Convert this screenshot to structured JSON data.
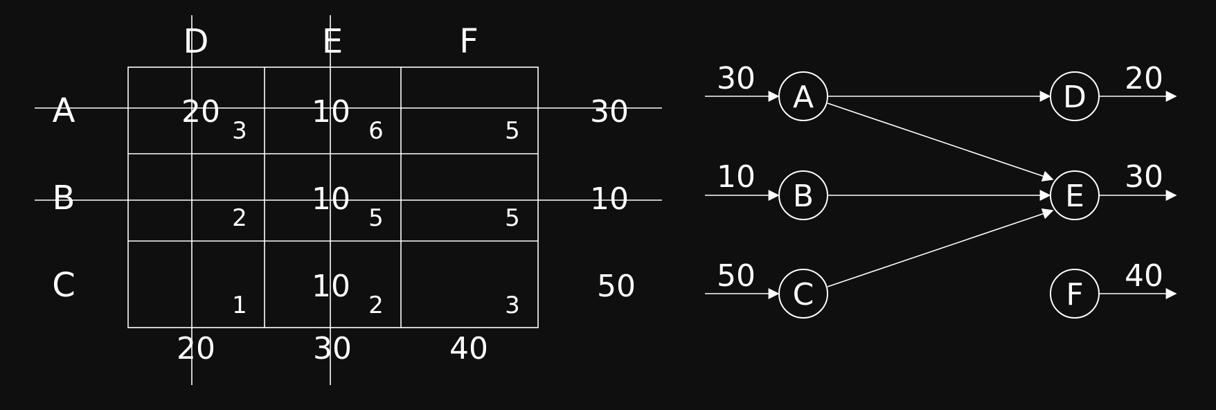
{
  "table": {
    "columns": [
      "D",
      "E",
      "F"
    ],
    "rows": [
      {
        "label": "A",
        "supply": "30",
        "allocations": [
          "20",
          "10",
          ""
        ],
        "costs": [
          "3",
          "6",
          "5"
        ]
      },
      {
        "label": "B",
        "supply": "10",
        "allocations": [
          "",
          "10",
          ""
        ],
        "costs": [
          "2",
          "5",
          "5"
        ]
      },
      {
        "label": "C",
        "supply": "50",
        "allocations": [
          "",
          "10",
          ""
        ],
        "costs": [
          "1",
          "2",
          "3"
        ]
      }
    ],
    "demands": [
      "20",
      "30",
      "40"
    ],
    "struck_rows": [
      "A",
      "B"
    ],
    "struck_columns": [
      "D",
      "E"
    ]
  },
  "network": {
    "sources": [
      {
        "name": "A",
        "supply": "30"
      },
      {
        "name": "B",
        "supply": "10"
      },
      {
        "name": "C",
        "supply": "50"
      }
    ],
    "sinks": [
      {
        "name": "D",
        "demand": "20"
      },
      {
        "name": "E",
        "demand": "30"
      },
      {
        "name": "F",
        "demand": "40"
      }
    ],
    "edges": [
      {
        "from": "A",
        "to": "D"
      },
      {
        "from": "A",
        "to": "E"
      },
      {
        "from": "B",
        "to": "E"
      },
      {
        "from": "C",
        "to": "E"
      }
    ]
  }
}
